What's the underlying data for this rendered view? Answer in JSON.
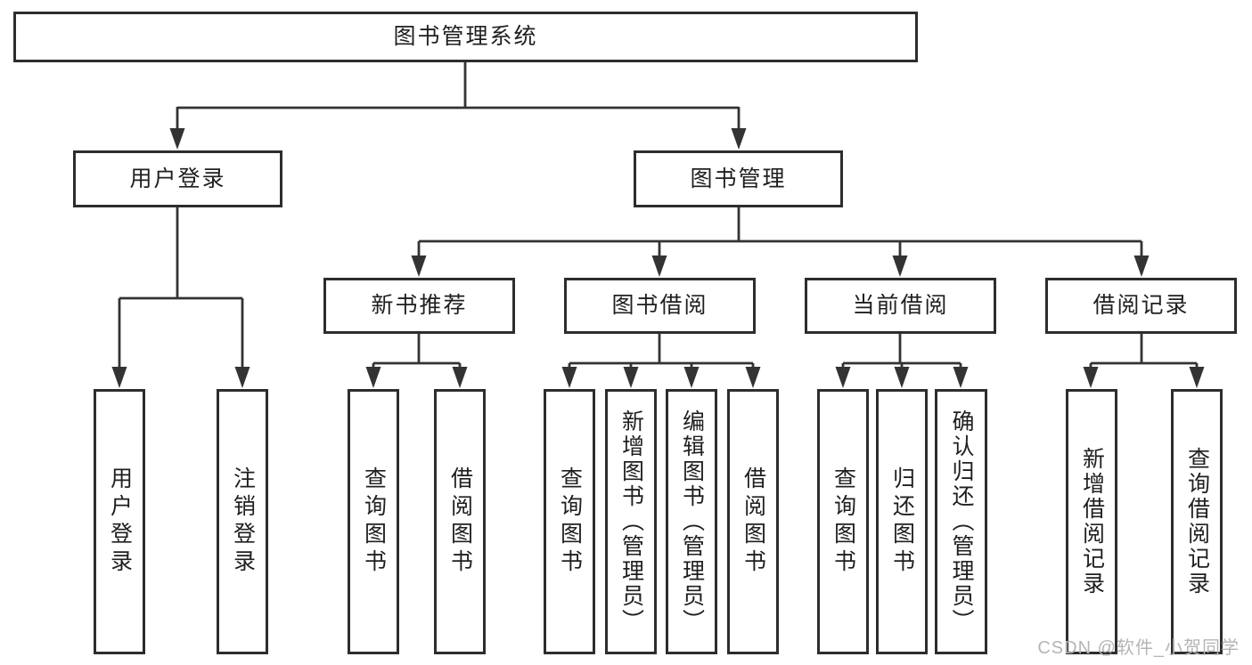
{
  "diagram": {
    "root": {
      "label": "图书管理系统"
    },
    "user_login": {
      "label": "用户登录",
      "children": [
        {
          "label": "用户登录"
        },
        {
          "label": "注销登录"
        }
      ]
    },
    "book_mgmt": {
      "label": "图书管理",
      "sections": [
        {
          "label": "新书推荐",
          "children": [
            {
              "label": "查询图书"
            },
            {
              "label": "借阅图书"
            }
          ]
        },
        {
          "label": "图书借阅",
          "children": [
            {
              "label": "查询图书"
            },
            {
              "label": "新增图书（管理员）"
            },
            {
              "label": "编辑图书（管理员）"
            },
            {
              "label": "借阅图书"
            }
          ]
        },
        {
          "label": "当前借阅",
          "children": [
            {
              "label": "查询图书"
            },
            {
              "label": "归还图书"
            },
            {
              "label": "确认归还（管理员）"
            }
          ]
        },
        {
          "label": "借阅记录",
          "children": [
            {
              "label": "新增借阅记录"
            },
            {
              "label": "查询借阅记录"
            }
          ]
        }
      ]
    }
  },
  "watermark": {
    "text": "CSDN @软件_小贺同学"
  },
  "colors": {
    "line": "#333333",
    "border": "#2d2d2d",
    "text": "#1f1f1f",
    "watermark": "#b5b5b5",
    "background": "#ffffff"
  }
}
